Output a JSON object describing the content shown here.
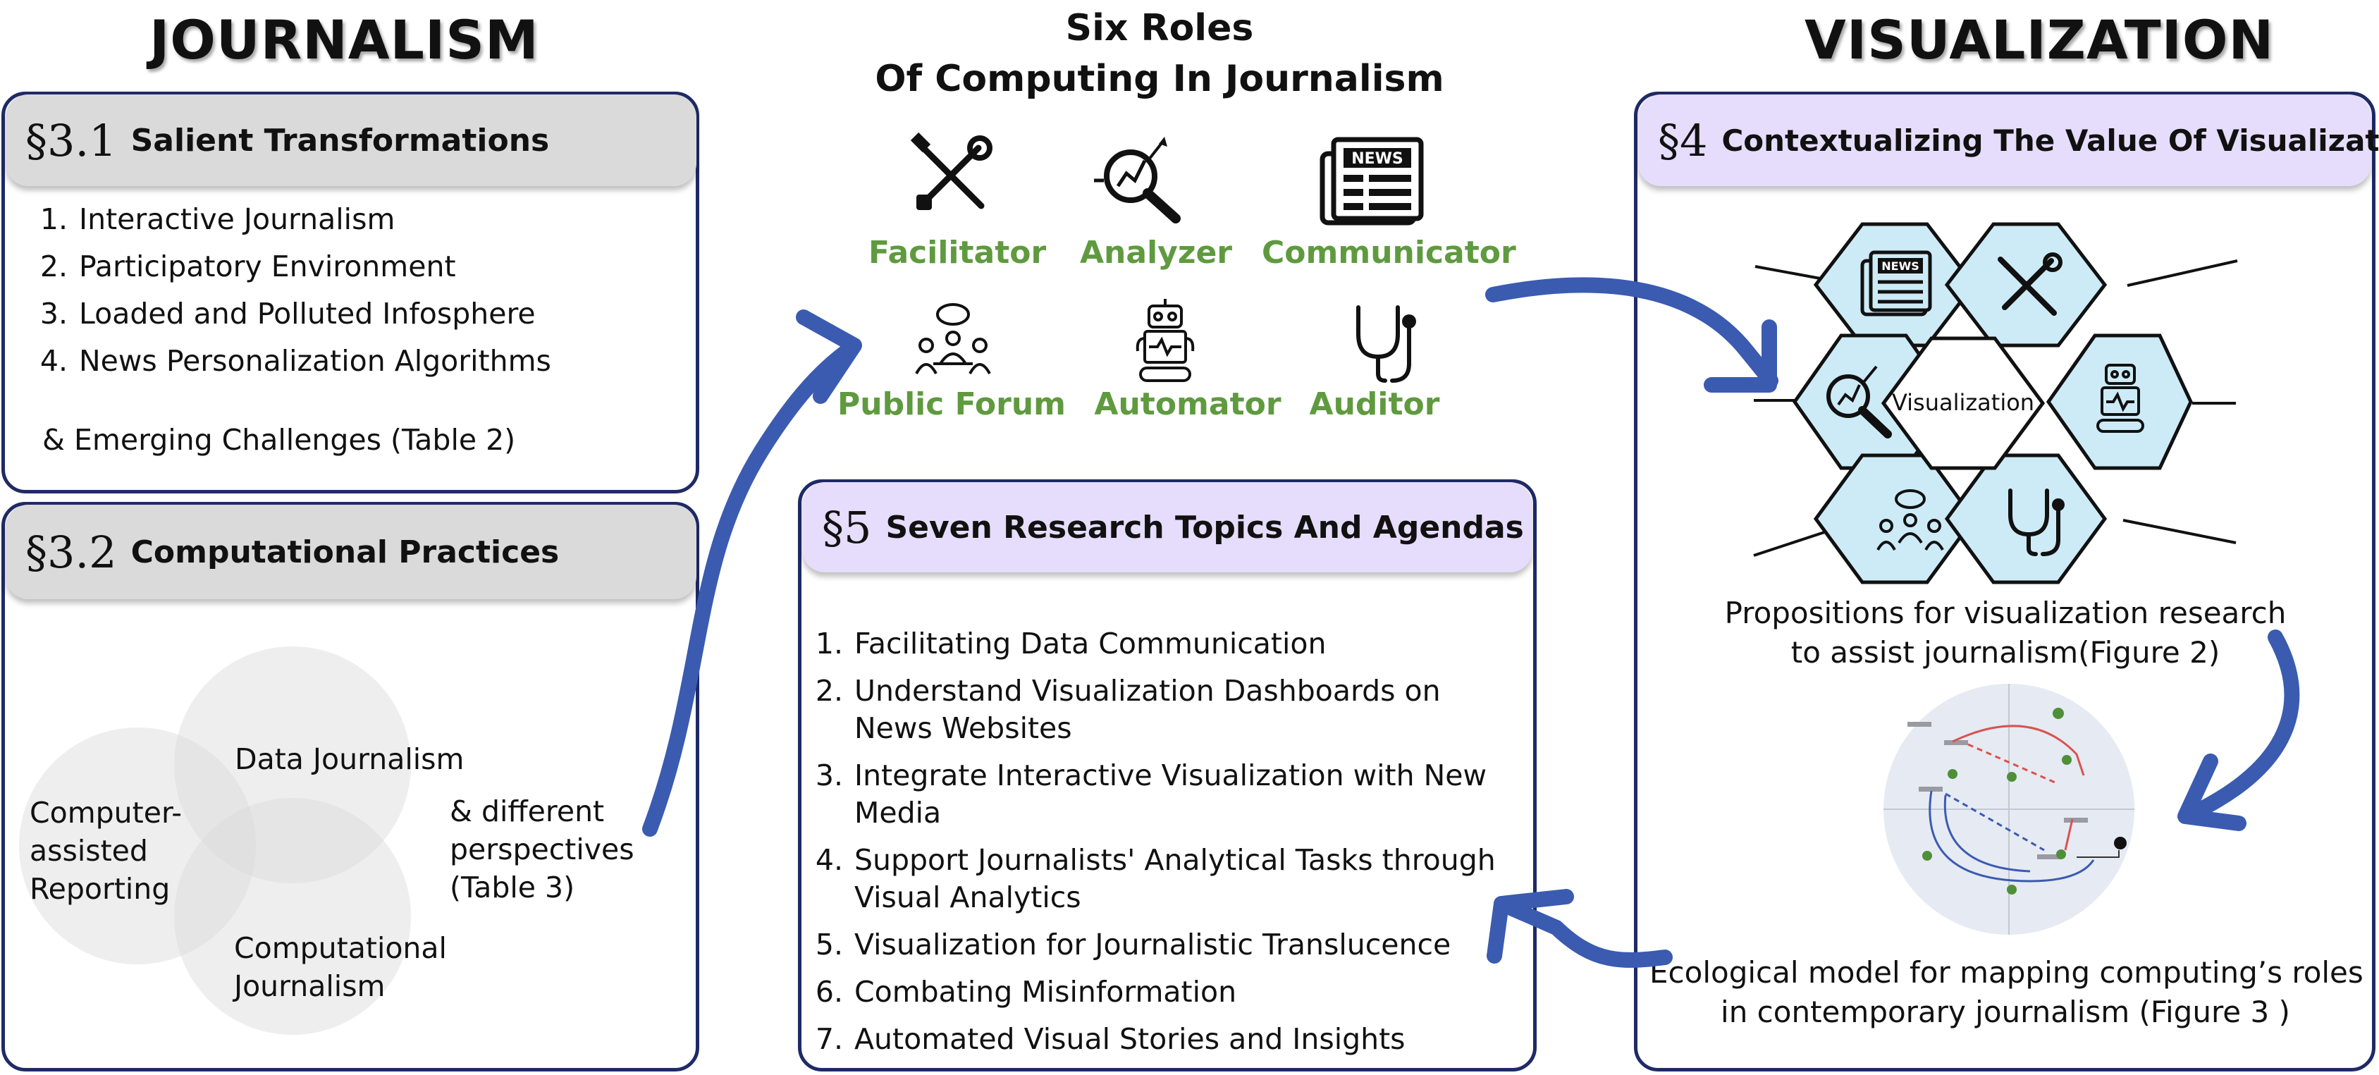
{
  "headings": {
    "journalism": "JOURNALISM",
    "visualization": "VISUALIZATION",
    "roles_line1": "Six Roles",
    "roles_line2": "Of Computing In Journalism"
  },
  "section31": {
    "num": "§3.1",
    "title": "Salient Transformations",
    "items": [
      {
        "n": "1.",
        "text": "Interactive Journalism"
      },
      {
        "n": "2.",
        "text": "Participatory Environment"
      },
      {
        "n": "3.",
        "text": "Loaded and Polluted Infosphere"
      },
      {
        "n": "4.",
        "text": "News Personalization Algorithms"
      }
    ],
    "extra": "& Emerging Challenges (Table 2)"
  },
  "section32": {
    "num": "§3.2",
    "title": "Computational Practices",
    "venn": {
      "left": [
        "Computer-",
        "assisted",
        "Reporting"
      ],
      "top": "Data Journalism",
      "bottom": [
        "Computational",
        "Journalism"
      ]
    },
    "extra": [
      "& different",
      "perspectives",
      "(Table 3)"
    ]
  },
  "roles": [
    {
      "label": "Facilitator",
      "icon": "tools-icon"
    },
    {
      "label": "Analyzer",
      "icon": "magnifier-chart-icon"
    },
    {
      "label": "Communicator",
      "icon": "newspaper-icon"
    },
    {
      "label": "Public Forum",
      "icon": "meeting-icon"
    },
    {
      "label": "Automator",
      "icon": "robot-icon"
    },
    {
      "label": "Auditor",
      "icon": "stethoscope-icon"
    }
  ],
  "section5": {
    "num": "§5",
    "title": "Seven Research Topics And Agendas",
    "items": [
      {
        "n": "1.",
        "text": "Facilitating Data Communication"
      },
      {
        "n": "2.",
        "text": "Understand Visualization Dashboards on News Websites"
      },
      {
        "n": "3.",
        "text": "Integrate Interactive Visualization with New Media"
      },
      {
        "n": "4.",
        "text": "Support Journalists' Analytical Tasks through Visual Analytics"
      },
      {
        "n": "5.",
        "text": "Visualization for Journalistic Translucence"
      },
      {
        "n": "6.",
        "text": "Combating Misinformation"
      },
      {
        "n": "7.",
        "text": "Automated Visual Stories and Insights"
      }
    ]
  },
  "section4": {
    "num": "§4",
    "title": "Contextualizing The Value Of Visualization",
    "hex_center": "Visualization",
    "news_label": "NEWS",
    "caption1_line1": "Propositions for visualization research",
    "caption1_line2": "to assist journalism(Figure 2)",
    "caption2_line1": "Ecological model for mapping computing’s roles",
    "caption2_line2": "in contemporary journalism (Figure 3 )"
  },
  "colors": {
    "border": "#1f2a66",
    "arrow": "#3a5bb0",
    "role_green": "#5f9a3f",
    "hex_fill": "#cdebf7",
    "header_gray": "#dadada",
    "header_purple": "#e6dcfb"
  }
}
